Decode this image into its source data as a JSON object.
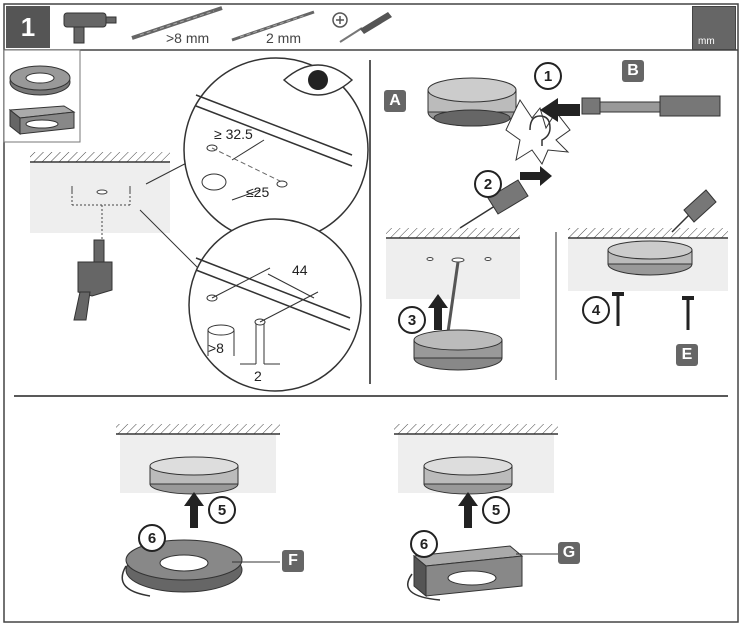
{
  "header": {
    "step_number": "1",
    "drill_size_1": ">8 mm",
    "drill_size_2": "2 mm",
    "unit_label": "mm"
  },
  "detail_top": {
    "dim_distance": "≥ 32.5",
    "dim_hole": "≤25"
  },
  "detail_bottom": {
    "dim_spacing": "44",
    "dim_hole_large": ">8",
    "dim_hole_small": "2"
  },
  "steps": [
    "1",
    "2",
    "3",
    "4",
    "5",
    "5",
    "6",
    "6"
  ],
  "parts": {
    "a": "A",
    "b": "B",
    "e": "E",
    "f": "F",
    "g": "G"
  },
  "colors": {
    "badge": "#666666",
    "ceiling": "#eeeeee",
    "part_dark": "#777777"
  },
  "icons": [
    "drill-icon",
    "drill-bit-icon",
    "screwdriver-icon",
    "eye-icon",
    "ear-icon",
    "ring-cover-icon",
    "square-cover-icon"
  ]
}
